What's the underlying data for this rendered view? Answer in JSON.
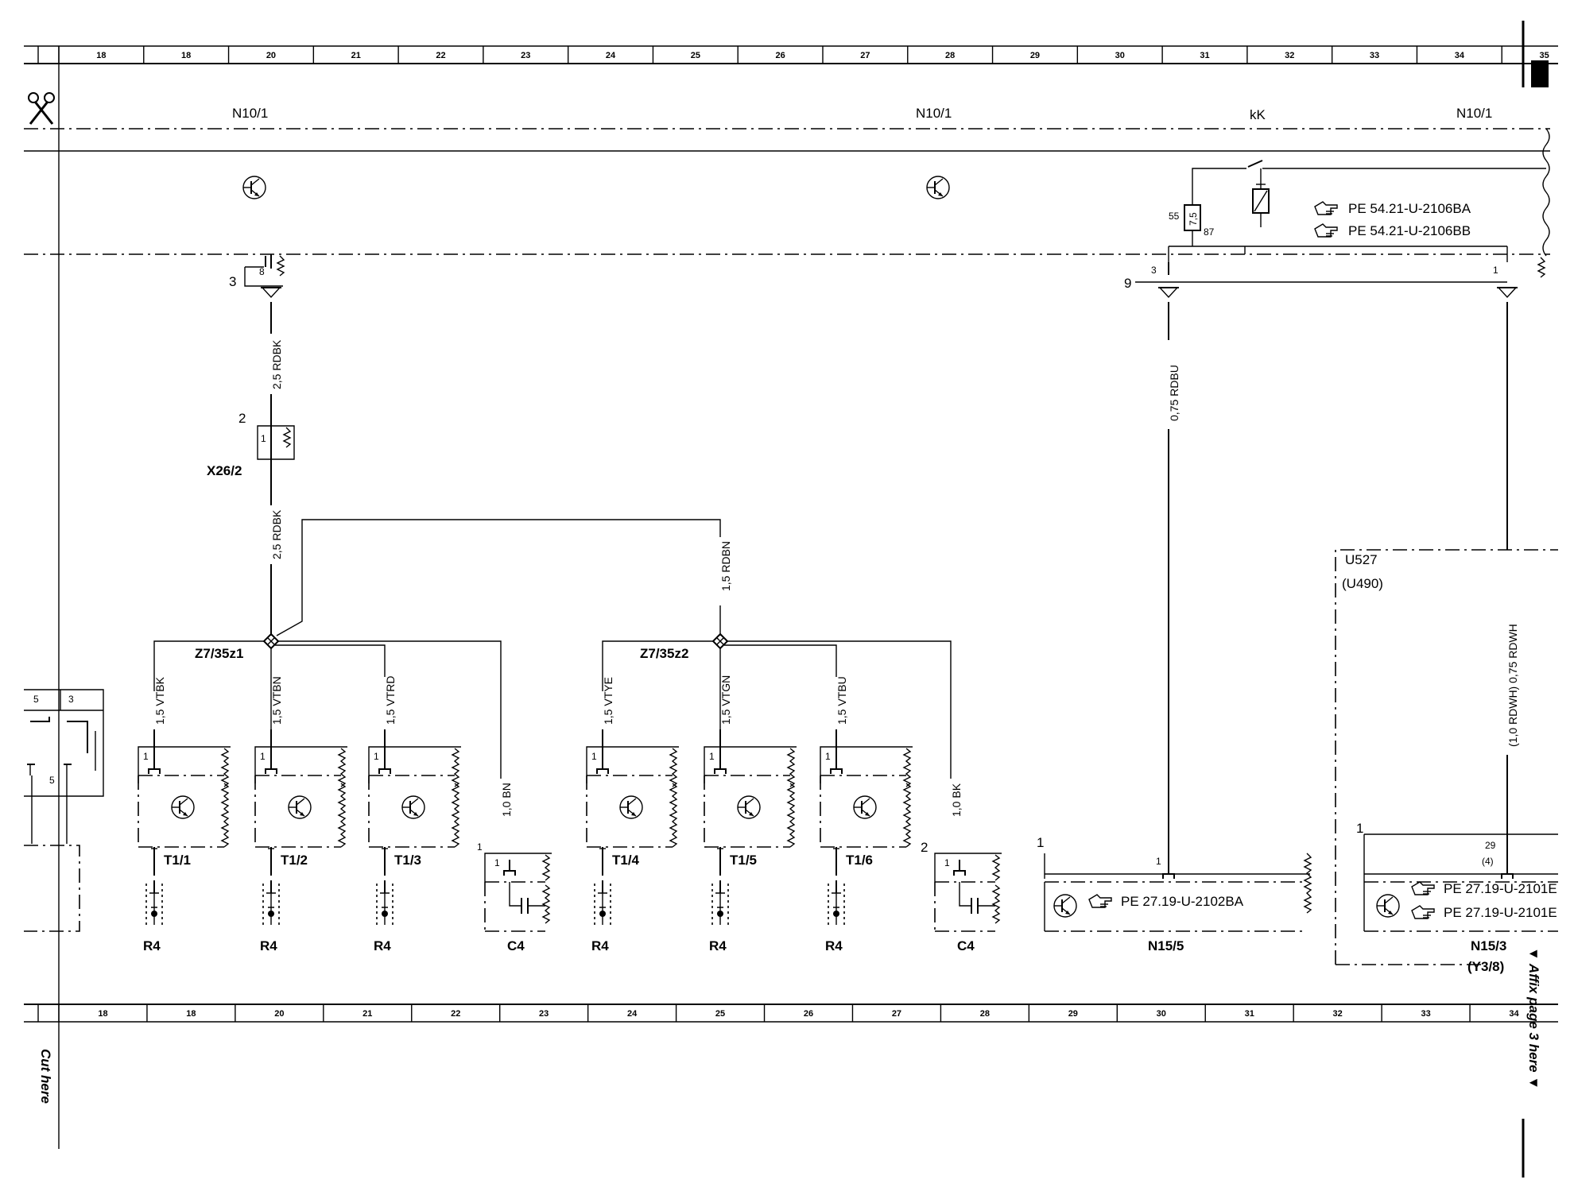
{
  "grid": {
    "columns_top": [
      "18",
      "18",
      "20",
      "21",
      "22",
      "23",
      "24",
      "25",
      "26",
      "27",
      "28",
      "29",
      "30",
      "31",
      "32",
      "33",
      "34",
      "35"
    ],
    "columns_bottom": [
      "18",
      "18",
      "20",
      "21",
      "22",
      "23",
      "24",
      "25",
      "26",
      "27",
      "28",
      "29",
      "30",
      "31",
      "32",
      "33",
      "34"
    ]
  },
  "side": {
    "cut_here": "Cut here",
    "affix": "▼ Affix page 3 here ▼"
  },
  "headers": {
    "n10_1_a": "N10/1",
    "n10_1_b": "N10/1",
    "kk": "kK",
    "n10_1_c": "N10/1"
  },
  "relay": {
    "pin55": "55",
    "pin87": "87",
    "fuse": "7,5"
  },
  "refs": {
    "pe_54_ba": "PE 54.21-U-2106BA",
    "pe_54_bb": "PE 54.21-U-2106BB",
    "pe_27_2102": "PE 27.19-U-2102BA",
    "pe_27_2101a": "PE 27.19-U-2101E",
    "pe_27_2101b": "PE 27.19-U-2101E"
  },
  "wires": {
    "w_rdbk_1": "2,5 RDBK",
    "w_rdbk_2": "2,5 RDBK",
    "w_rdbn": "1,5 RDBN",
    "w_rdbu": "0,75 RDBU",
    "w_rdwh": "(1,0 RDWH) 0,75 RDWH",
    "w_vtbk": "1,5 VTBK",
    "w_vtbn": "1,5 VTBN",
    "w_vtrd": "1,5 VTRD",
    "w_bn": "1,0 BN",
    "w_vtye": "1,5 VTYE",
    "w_vtgn": "1,5 VTGN",
    "w_vtbu": "1,5 VTBU",
    "w_bk": "1,0 BK"
  },
  "connectors": {
    "x26_2": "X26/2",
    "z7_35z1": "Z7/35z1",
    "z7_35z2": "Z7/35z2",
    "u527": "U527",
    "u490": "(U490)"
  },
  "pins": {
    "p3_left": "3",
    "p8": "8",
    "p2_x26": "2",
    "p1_x26": "1",
    "p9": "9",
    "p3_right": "3",
    "p1_right": "1",
    "p5a": "5",
    "p3a": "3",
    "p5b": "5",
    "t1_1_pin": "1",
    "t1_2_pin": "1",
    "t1_3_pin": "1",
    "c4a_pin": "1",
    "c4a_outer": "1",
    "t1_4_pin": "1",
    "t1_5_pin": "1",
    "t1_6_pin": "1",
    "c4b_pin": "1",
    "c4b_outer": "2",
    "n15_5_outer": "1",
    "n15_5_pin": "1",
    "n15_3_outer": "1",
    "n15_3_pin": "29",
    "n15_3_pin_alt": "(4)"
  },
  "components": {
    "t1_1": "T1/1",
    "t1_2": "T1/2",
    "t1_3": "T1/3",
    "t1_4": "T1/4",
    "t1_5": "T1/5",
    "t1_6": "T1/6",
    "r4_1": "R4",
    "r4_2": "R4",
    "r4_3": "R4",
    "r4_4": "R4",
    "r4_5": "R4",
    "r4_6": "R4",
    "c4_1": "C4",
    "c4_2": "C4",
    "n15_5": "N15/5",
    "n15_3": "N15/3",
    "y3_8": "(Y3/8)"
  }
}
